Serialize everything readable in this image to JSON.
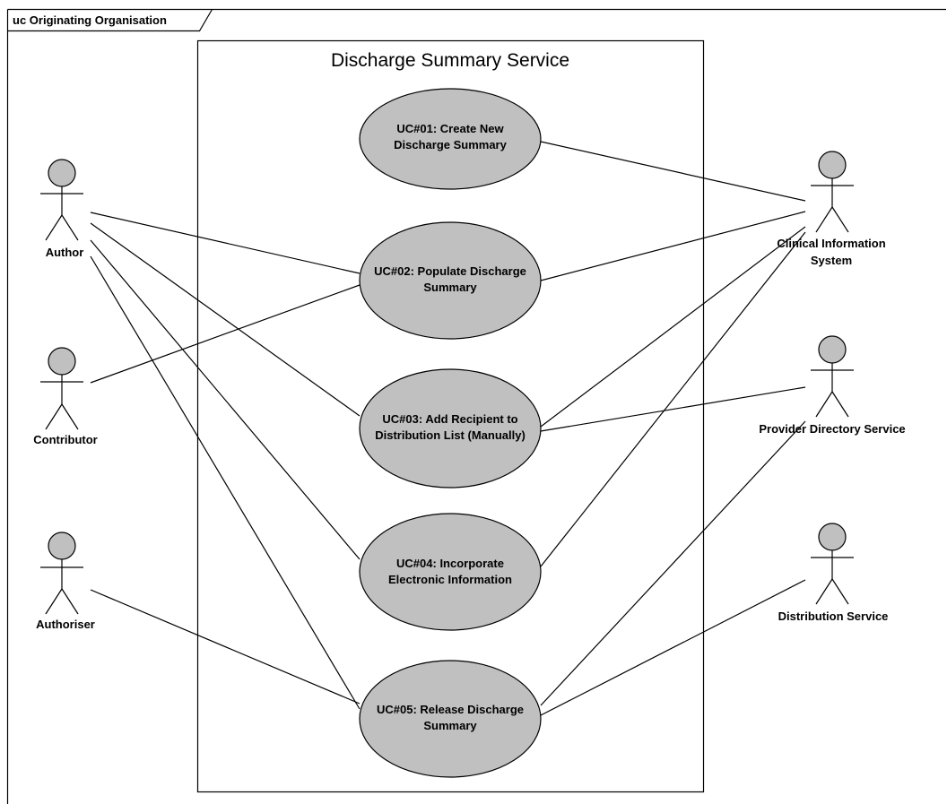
{
  "frame": {
    "label": "uc Originating Organisation"
  },
  "system": {
    "title": "Discharge Summary Service"
  },
  "use_cases": [
    {
      "id": "uc01",
      "lines": [
        "UC#01: Create New",
        "Discharge Summary"
      ]
    },
    {
      "id": "uc02",
      "lines": [
        "UC#02: Populate Discharge",
        "Summary"
      ]
    },
    {
      "id": "uc03",
      "lines": [
        "UC#03: Add Recipient to",
        "Distribution List (Manually)"
      ]
    },
    {
      "id": "uc04",
      "lines": [
        "UC#04: Incorporate",
        "Electronic Information"
      ]
    },
    {
      "id": "uc05",
      "lines": [
        "UC#05: Release Discharge",
        "Summary"
      ]
    }
  ],
  "actors": [
    {
      "id": "author",
      "lines": [
        "Author"
      ]
    },
    {
      "id": "contributor",
      "lines": [
        "Contributor"
      ]
    },
    {
      "id": "authoriser",
      "lines": [
        "Authoriser"
      ]
    },
    {
      "id": "cis",
      "lines": [
        "Clinical Information",
        "System"
      ]
    },
    {
      "id": "pds",
      "lines": [
        "Provider Directory Service"
      ]
    },
    {
      "id": "ds",
      "lines": [
        "Distribution Service"
      ]
    }
  ],
  "associations": [
    [
      "author",
      "uc02"
    ],
    [
      "author",
      "uc03"
    ],
    [
      "author",
      "uc04"
    ],
    [
      "author",
      "uc05"
    ],
    [
      "contributor",
      "uc02"
    ],
    [
      "authoriser",
      "uc05"
    ],
    [
      "cis",
      "uc01"
    ],
    [
      "cis",
      "uc02"
    ],
    [
      "cis",
      "uc03"
    ],
    [
      "cis",
      "uc04"
    ],
    [
      "pds",
      "uc03"
    ],
    [
      "pds",
      "uc05"
    ],
    [
      "ds",
      "uc05"
    ]
  ]
}
